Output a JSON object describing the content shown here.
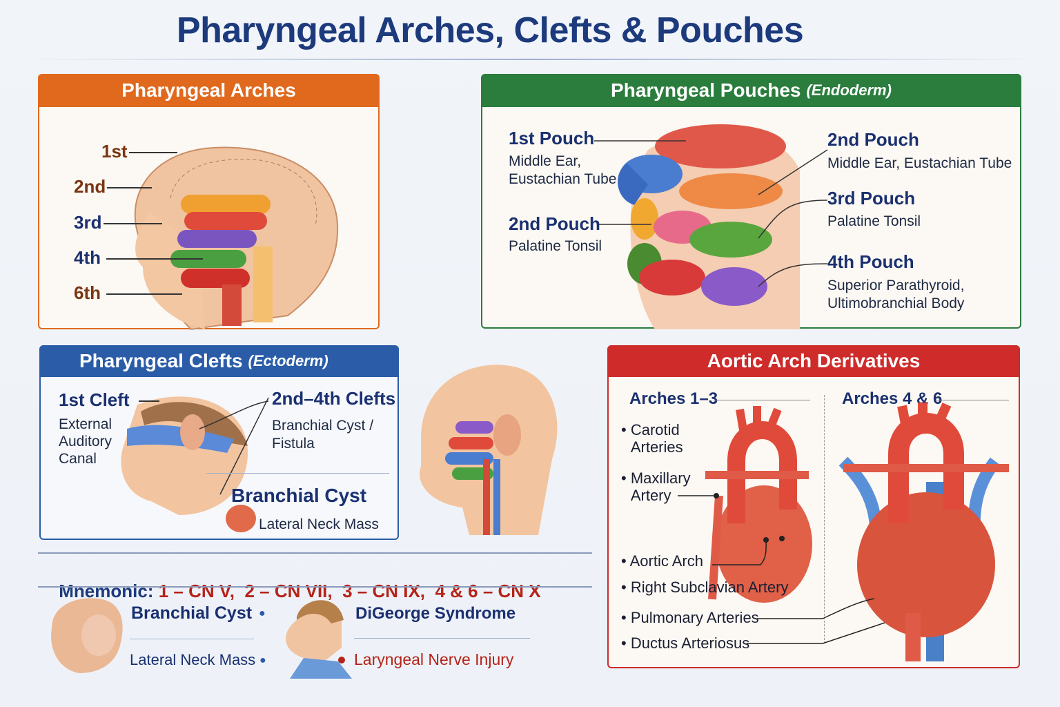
{
  "title": "Pharyngeal Arches, Clefts & Pouches",
  "arches": {
    "header": "Pharyngeal Arches",
    "labels": [
      "1st",
      "2nd",
      "3rd",
      "4th",
      "6th"
    ]
  },
  "pouches": {
    "header": "Pharyngeal Pouches",
    "header_sub": "(Endoderm)",
    "left": [
      {
        "name": "1st Pouch",
        "desc": "Middle Ear,\nEustachian Tube"
      },
      {
        "name": "2nd Pouch",
        "desc": "Palatine Tonsil"
      }
    ],
    "right": [
      {
        "name": "2nd Pouch",
        "desc": "Middle Ear, Eustachian Tube"
      },
      {
        "name": "3rd Pouch",
        "desc": "Palatine Tonsil"
      },
      {
        "name": "4th Pouch",
        "desc": "Superior Parathyroid,\nUltimobranchial Body"
      }
    ]
  },
  "clefts": {
    "header": "Pharyngeal Clefts",
    "header_sub": "(Ectoderm)",
    "first": {
      "name": "1st Cleft",
      "desc": "External\nAuditory\nCanal"
    },
    "others": {
      "name": "2nd–4th Clefts",
      "desc": "Branchial Cyst /\nFistula"
    },
    "cyst": {
      "name": "Branchial Cyst",
      "desc": "Lateral Neck Mass"
    }
  },
  "aortic": {
    "header": "Aortic Arch Derivatives",
    "left_title": "Arches 1–3",
    "right_title": "Arches 4 & 6",
    "items": [
      "Carotid\nArteries",
      "Maxillary\nArtery",
      "Aortic Arch",
      "Right Subclavian Artery",
      "Pulmonary Arteries",
      "Ductus Arteriosus"
    ]
  },
  "mnemonic": {
    "label": "Mnemonic:",
    "text": "1 – CN V,  2 – CN VII,  3 – CN IX,  4 & 6 – CN X"
  },
  "bottom": {
    "cyst": "Branchial Cyst",
    "mass": "Lateral Neck Mass",
    "digeorge": "DiGeorge Syndrome",
    "nerve": "Laryngeal Nerve Injury"
  },
  "colors": {
    "arches": "#e0691d",
    "pouches": "#2a7d3c",
    "clefts": "#2a5ca8",
    "aortic": "#cf2b2b",
    "navy": "#1c3a7c",
    "red_text": "#b52318"
  }
}
